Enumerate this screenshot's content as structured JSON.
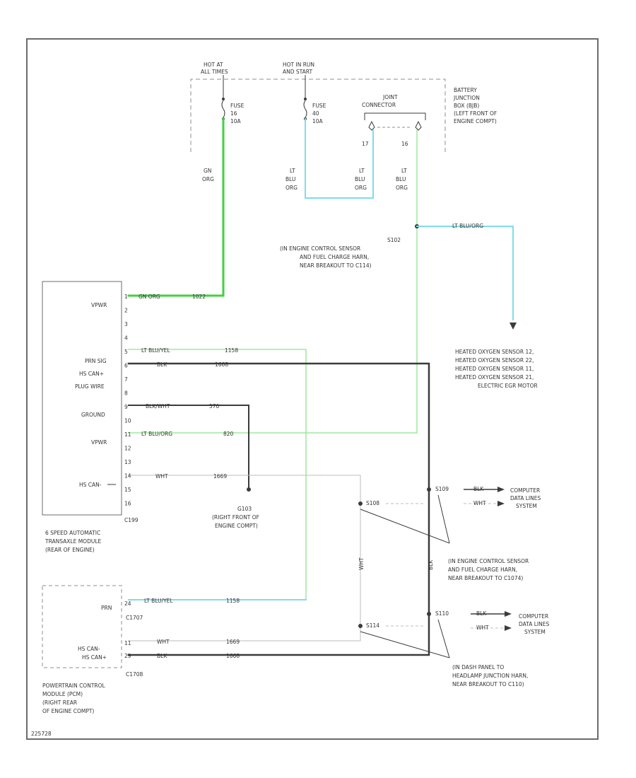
{
  "colors": {
    "frame": "#6b6b6b",
    "green_wire": "#3fd23f",
    "light_green_wire": "#9ee89e",
    "cyan_wire": "#7fdcea",
    "dark_wire": "#3b3b3b",
    "gray_wire": "#bdbdbd",
    "dashed": "#8f8f8f"
  },
  "top": {
    "hot_at_all_times": [
      "HOT AT",
      "ALL TIMES"
    ],
    "hot_in_run_and_start": [
      "HOT IN RUN",
      "AND START"
    ],
    "fuse_1": [
      "FUSE",
      "16",
      "10A"
    ],
    "fuse_2": [
      "FUSE",
      "40",
      "10A"
    ],
    "joint_label": [
      "JOINT",
      "CONNECTOR"
    ],
    "pin_17": "17",
    "pin_16": "16",
    "bjb": [
      "BATTERY",
      "JUNCTION",
      "BOX (BJB)",
      "(LEFT FRONT OF",
      "ENGINE COMPT)"
    ]
  },
  "wire_labels": {
    "gn_org": [
      "GN",
      "ORG"
    ],
    "lt_blu_org_a": [
      "LT",
      "BLU",
      "ORG"
    ],
    "lt_blu_org_b": [
      "LT",
      "BLU",
      "ORG"
    ],
    "lt_blu_org_c": [
      "LT",
      "BLU",
      "ORG"
    ],
    "lt_blu_org_run": "LT BLU/ORG"
  },
  "splice_s102": [
    "S102",
    "(IN ENGINE CONTROL SENSOR",
    "AND FUEL CHARGE HARN,",
    "NEAR BREAKOUT TO C114)"
  ],
  "heated_o2": [
    "HEATED OXYGEN SENSOR 12,",
    "HEATED OXYGEN SENSOR 22,",
    "HEATED OXYGEN SENSOR 11,",
    "HEATED OXYGEN SENSOR 21,",
    "ELECTRIC EGR MOTOR"
  ],
  "tcm": {
    "pins": [
      "1",
      "2",
      "3",
      "4",
      "5",
      "6",
      "7",
      "8",
      "9",
      "10",
      "11",
      "12",
      "13",
      "14",
      "15",
      "16"
    ],
    "labels": {
      "vpwr1": "VPWR",
      "prn_sig": "PRN SIG",
      "hs_can_plus": "HS CAN+",
      "plug_wire": "PLUG WIRE",
      "ground": "GROUND",
      "vpwr2": "VPWR",
      "hs_can_minus": "HS CAN-"
    },
    "connector": "C199",
    "name": [
      "6 SPEED AUTOMATIC",
      "TRANSAXLE MODULE",
      "(REAR OF ENGINE)"
    ]
  },
  "circuits": {
    "p1": [
      "GN ORG",
      "1022"
    ],
    "p4": [
      "LT BLU/YEL",
      "1158"
    ],
    "p5": [
      "BLK",
      "1668"
    ],
    "p9": [
      "BLK/WHT",
      "570"
    ],
    "p11": [
      "LT BLU/ORG",
      "820"
    ],
    "p14": [
      "WHT",
      "1669"
    ]
  },
  "ground_g103": [
    "G103",
    "(RIGHT FRONT OF",
    "ENGINE COMPT)"
  ],
  "splice_s108": "S108",
  "splice_s114": "S114",
  "splice_s109": "S109",
  "splice_s110": "S110",
  "wht_vert": "WHT",
  "blk_vert": "BLK",
  "comp_data_1": {
    "blk": "BLK",
    "wht": "WHT",
    "label": [
      "COMPUTER",
      "DATA LINES",
      "SYSTEM"
    ]
  },
  "comp_data_2": {
    "blk": "BLK",
    "wht": "WHT",
    "label": [
      "COMPUTER",
      "DATA LINES",
      "SYSTEM"
    ]
  },
  "harness_1": [
    "(IN ENGINE CONTROL SENSOR",
    "AND FUEL CHARGE HARN,",
    "NEAR BREAKOUT TO C1074)"
  ],
  "harness_2": [
    "(IN DASH PANEL TO",
    "HEADLAMP JUNCTION HARN,",
    "NEAR BREAKOUT TO C110)"
  ],
  "pcm": {
    "prn": "PRN",
    "hs_can_minus": "HS CAN-",
    "hs_can_plus": "HS CAN+",
    "pin_24": "24",
    "pin_11": "11",
    "pin_29": "29",
    "c1707": "C1707",
    "c1708": "C1708",
    "circuits": {
      "p24": [
        "LT BLU/YEL",
        "1158"
      ],
      "p11": [
        "WHT",
        "1669"
      ],
      "p29": [
        "BLK",
        "1668"
      ]
    },
    "name": [
      "POWERTRAIN CONTROL",
      "MODULE (PCM)",
      "(RIGHT REAR",
      "OF ENGINE COMPT)"
    ]
  },
  "footer_code": "225728"
}
